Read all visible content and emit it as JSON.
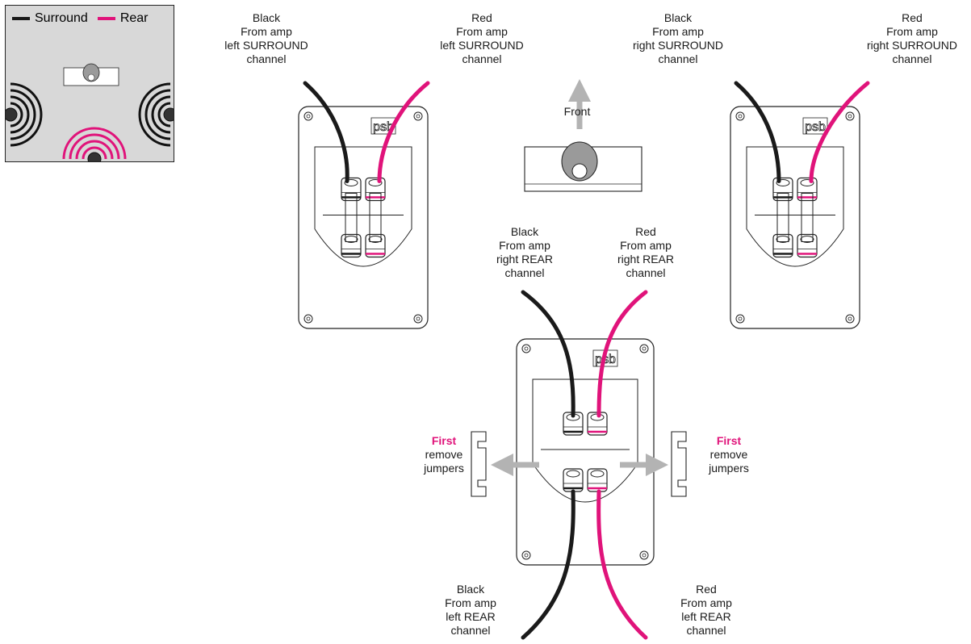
{
  "colors": {
    "black": "#1a1a1a",
    "red": "#e0137a",
    "arrow": "#b3b3b3",
    "outline": "#222222",
    "legend_bg": "#d8d8d8"
  },
  "legend": {
    "surround_label": "Surround",
    "rear_label": "Rear"
  },
  "brand": "psb",
  "front_label": "Front",
  "labels": {
    "ls_black": [
      "Black",
      "From amp",
      "left SURROUND",
      "channel"
    ],
    "ls_red": [
      "Red",
      "From amp",
      "left SURROUND",
      "channel"
    ],
    "rs_black": [
      "Black",
      "From amp",
      "right SURROUND",
      "channel"
    ],
    "rs_red": [
      "Red",
      "From amp",
      "right SURROUND",
      "channel"
    ],
    "rr_black": [
      "Black",
      "From amp",
      "right REAR",
      "channel"
    ],
    "rr_red": [
      "Red",
      "From amp",
      "right REAR",
      "channel"
    ],
    "lr_black": [
      "Black",
      "From amp",
      "left REAR",
      "channel"
    ],
    "lr_red": [
      "Red",
      "From amp",
      "left REAR",
      "channel"
    ]
  },
  "jumper_note": {
    "first": "First",
    "line2": "remove",
    "line3": "jumpers"
  }
}
